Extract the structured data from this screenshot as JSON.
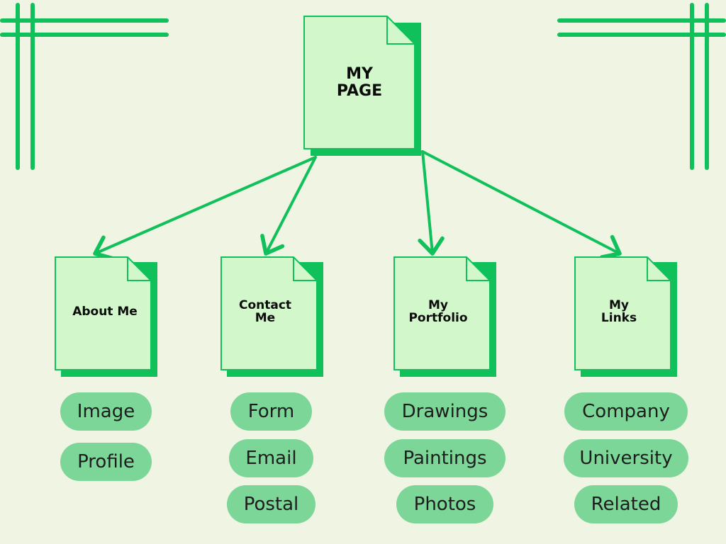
{
  "colors": {
    "background": "#f0f5e3",
    "accent": "#10c05a",
    "page_fill": "#d1f7ca",
    "pill_fill": "#7cd698"
  },
  "root": {
    "line1": "MY",
    "line2": "PAGE"
  },
  "sections": [
    {
      "line1": "About Me",
      "line2": "",
      "items": [
        "Image",
        "Profile"
      ]
    },
    {
      "line1": "Contact",
      "line2": "Me",
      "items": [
        "Form",
        "Email",
        "Postal"
      ]
    },
    {
      "line1": "My",
      "line2": "Portfolio",
      "items": [
        "Drawings",
        "Paintings",
        "Photos"
      ]
    },
    {
      "line1": "My",
      "line2": "Links",
      "items": [
        "Company",
        "University",
        "Related"
      ]
    }
  ]
}
